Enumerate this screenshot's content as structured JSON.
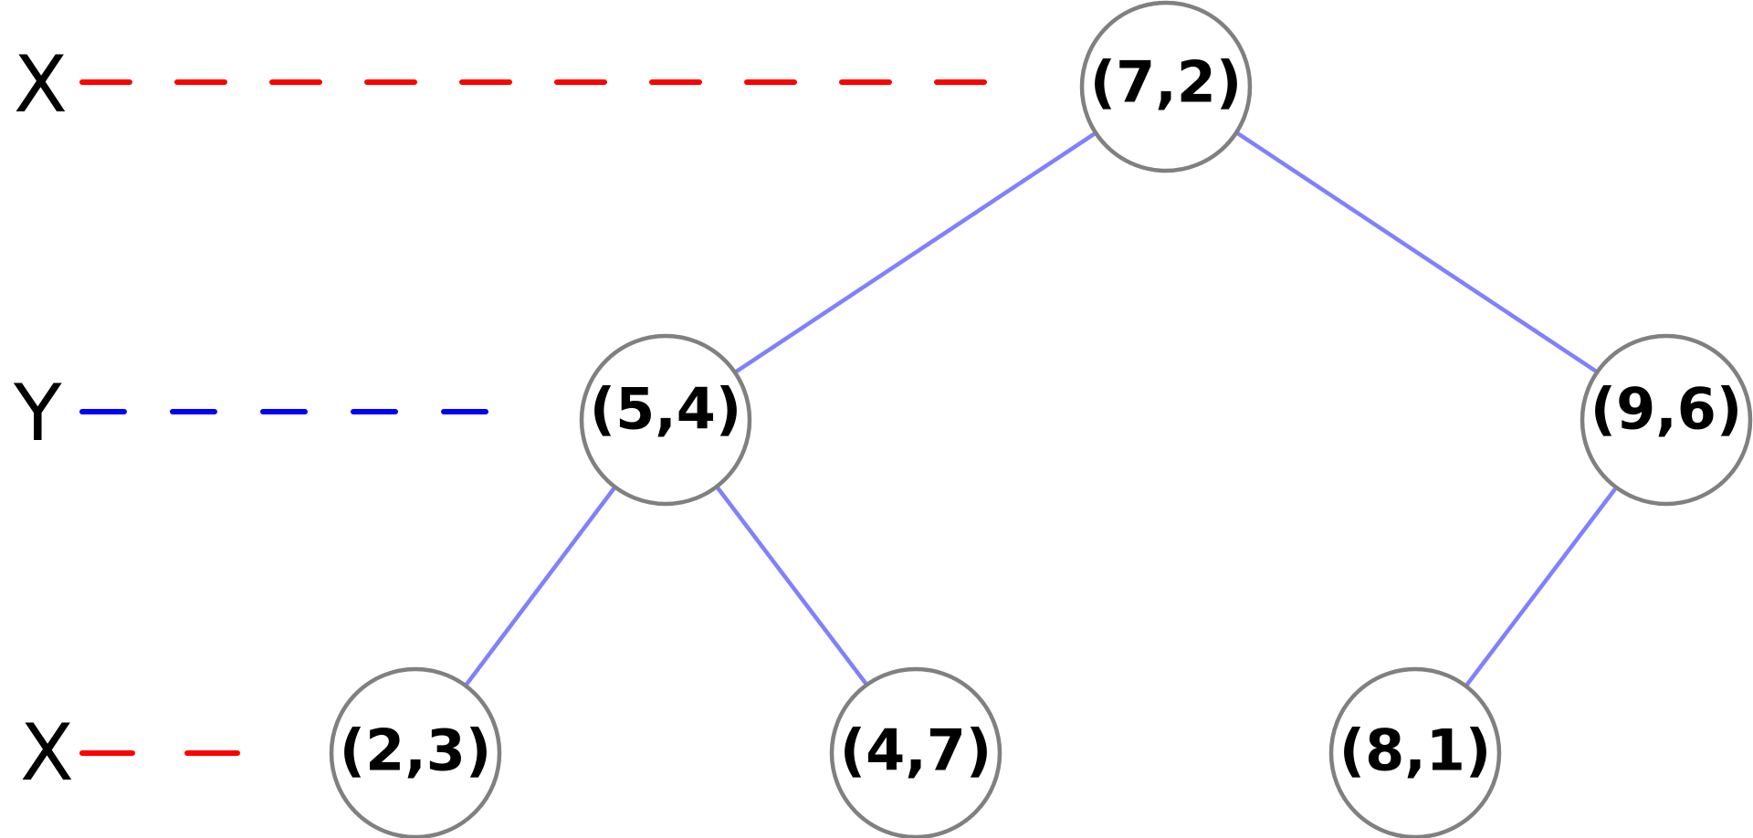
{
  "levels": [
    {
      "label": "X",
      "color": "#ff0000"
    },
    {
      "label": "Y",
      "color": "#0000ff"
    },
    {
      "label": "X",
      "color": "#ff0000"
    }
  ],
  "nodes": {
    "root": "(7,2)",
    "left": "(5,4)",
    "right": "(9,6)",
    "left_left": "(2,3)",
    "left_right": "(4,7)",
    "right_left": "(8,1)"
  },
  "colors": {
    "edge": "#8080ff",
    "node_border": "#808080"
  }
}
